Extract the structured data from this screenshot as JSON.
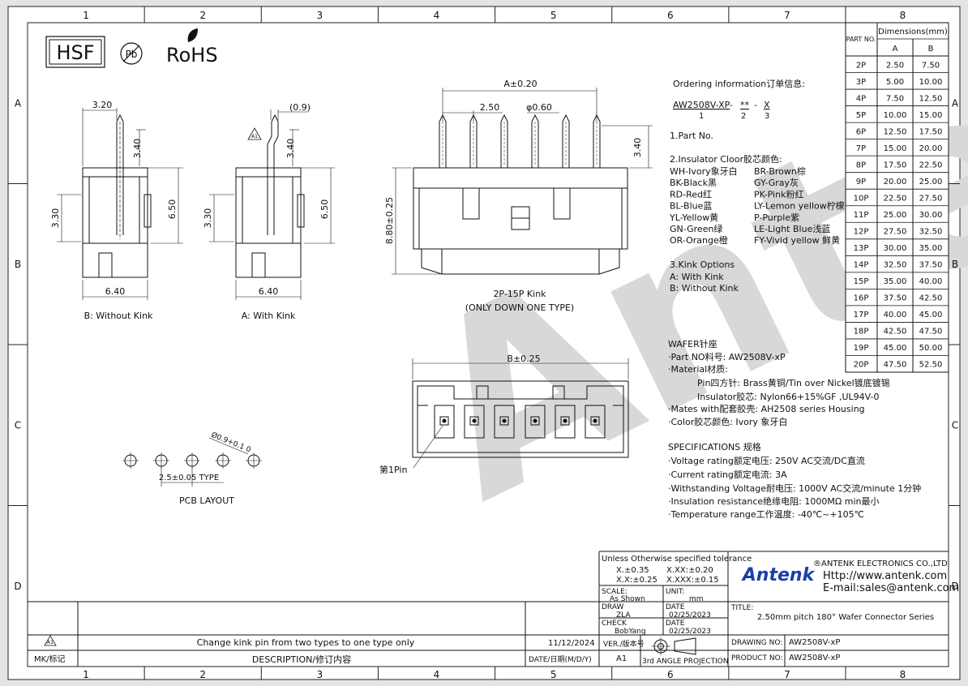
{
  "grid": {
    "columns": [
      "1",
      "2",
      "3",
      "4",
      "5",
      "6",
      "7",
      "8"
    ],
    "rows": [
      "A",
      "B",
      "C",
      "D"
    ]
  },
  "watermark": {
    "text": "Antenk",
    "color": "#cfcfcf"
  },
  "marks": {
    "hsf": "HSF",
    "pb": "Pb",
    "rohs": "RoHS"
  },
  "side_views": {
    "without_kink": {
      "label": "B: Without Kink",
      "dims": [
        "3.20",
        "3.40",
        "3.30",
        "6.50",
        "6.40"
      ]
    },
    "with_kink": {
      "label": "A: With Kink",
      "dims": [
        "(0.9)",
        "3.40",
        "3.30",
        "6.50",
        "6.40"
      ],
      "rev_mark": "A1"
    }
  },
  "front_view": {
    "dims": {
      "a": "A±0.20",
      "pitch": "2.50",
      "pin": "φ0.60",
      "pin_h": "3.40",
      "height": "8.80±0.25"
    },
    "caption": [
      "2P-15P Kink",
      "(ONLY DOWN ONE TYPE)"
    ]
  },
  "bottom_view": {
    "dim_b": "B±0.25",
    "pin1": "第1Pin"
  },
  "pcb": {
    "dim_hole": "Ø0.9+0.1 0",
    "dim_pitch": "2.5±0.05 TYPE",
    "caption": "PCB LAYOUT"
  },
  "ordering": {
    "title": "Ordering information订单信息:",
    "code": [
      "AW2508V-XP",
      "-",
      "**",
      "-",
      "X"
    ],
    "code_nums": [
      "1",
      "2",
      "3"
    ],
    "part_no": "1.Part No.",
    "color_title": "2.Insulator Cloor胶芯颜色:",
    "colors_left": [
      "WH-Ivory象牙白",
      "BK-Black黑",
      "RD-Red红",
      "BL-Blue蓝",
      "YL-Yellow黄",
      "GN-Green绿",
      "OR-Orange橙"
    ],
    "colors_right": [
      "BR-Brown棕",
      "GY-Gray灰",
      "PK-Pink粉红",
      "LY-Lemon yellow柠檬黄",
      "P-Purple紫",
      "LE-Light Blue浅蓝",
      "FY-Vivid yellow 鲜黄"
    ],
    "kink_title": "3.Kink Options",
    "kink_options": [
      "A: With Kink",
      "B: Without Kink"
    ]
  },
  "wafer": {
    "title": "WAFER针座",
    "lines": [
      "·Part NO料号: AW2508V-xP",
      "·Material材质:",
      "Pin四方针: Brass黄铜/Tin over Nickel镀底镀锡",
      "Insulator胶芯: Nylon66+15%GF ,UL94V-0",
      "·Mates with配套胶壳: AH2508 series Housing",
      "·Color胶芯颜色: Ivory 象牙白"
    ]
  },
  "specs": {
    "title": "SPECIFICATIONS 规格",
    "lines": [
      "·Voltage rating额定电压: 250V AC交流/DC直流",
      "·Current rating额定电流: 3A",
      "·Withstanding Voltage耐电压: 1000V AC交流/minute 1分钟",
      "·Insulation resistance绝缘电阻: 1000MΩ min最小",
      "·Temperature range工作温度: -40℃~+105℃"
    ]
  },
  "dimension_table": {
    "col_part": "PART NO.",
    "col_group": "Dimensions(mm)",
    "col_a": "A",
    "col_b": "B",
    "rows": [
      [
        "2P",
        "2.50",
        "7.50"
      ],
      [
        "3P",
        "5.00",
        "10.00"
      ],
      [
        "4P",
        "7.50",
        "12.50"
      ],
      [
        "5P",
        "10.00",
        "15.00"
      ],
      [
        "6P",
        "12.50",
        "17.50"
      ],
      [
        "7P",
        "15.00",
        "20.00"
      ],
      [
        "8P",
        "17.50",
        "22.50"
      ],
      [
        "9P",
        "20.00",
        "25.00"
      ],
      [
        "10P",
        "22.50",
        "27.50"
      ],
      [
        "11P",
        "25.00",
        "30.00"
      ],
      [
        "12P",
        "27.50",
        "32.50"
      ],
      [
        "13P",
        "30.00",
        "35.00"
      ],
      [
        "14P",
        "32.50",
        "37.50"
      ],
      [
        "15P",
        "35.00",
        "40.00"
      ],
      [
        "16P",
        "37.50",
        "42.50"
      ],
      [
        "17P",
        "40.00",
        "45.00"
      ],
      [
        "18P",
        "42.50",
        "47.50"
      ],
      [
        "19P",
        "45.00",
        "50.00"
      ],
      [
        "20P",
        "47.50",
        "52.50"
      ]
    ]
  },
  "title_block": {
    "tolerance_title": "Unless Otherwise specified tolerance",
    "tolerances": [
      "X.±0.35",
      "X.XX:±0.20",
      "X.X:±0.25",
      "X.XXX:±0.15"
    ],
    "scale_label": "SCALE:",
    "scale": "As Shown",
    "unit_label": "UNIT:",
    "unit": "mm",
    "draw_label": "DRAW",
    "draw": "ZLA",
    "check_label": "CHECK",
    "check": "BobYang",
    "date_label": "DATE",
    "draw_date": "02/25/2023",
    "check_date": "02/25/2023",
    "ver_label": "VER./版本号",
    "ver": "A1",
    "projection": "3rd ANGLE PROJECTION",
    "company": "®ANTENK ELECTRONICS CO.,LTD",
    "http": "Http://www.antenk.com",
    "email": "E-mail:sales@antenk.com",
    "logo": "Antenk",
    "title_label": "TITLE:",
    "title": "2.50mm pitch 180° Wafer Connector Series",
    "drawing_no_label": "DRAWING NO:",
    "drawing_no": "AW2508V-xP",
    "product_no_label": "PRODUCT NO:",
    "product_no": "AW2508V-xP"
  },
  "revision": {
    "mark": "A1",
    "description": "Change kink pin from two types to one type only",
    "date": "11/12/2024",
    "header_mk": "MK/标记",
    "header_desc": "DESCRIPTION/修订内容",
    "header_date": "DATE/日期(M/D/Y)"
  }
}
